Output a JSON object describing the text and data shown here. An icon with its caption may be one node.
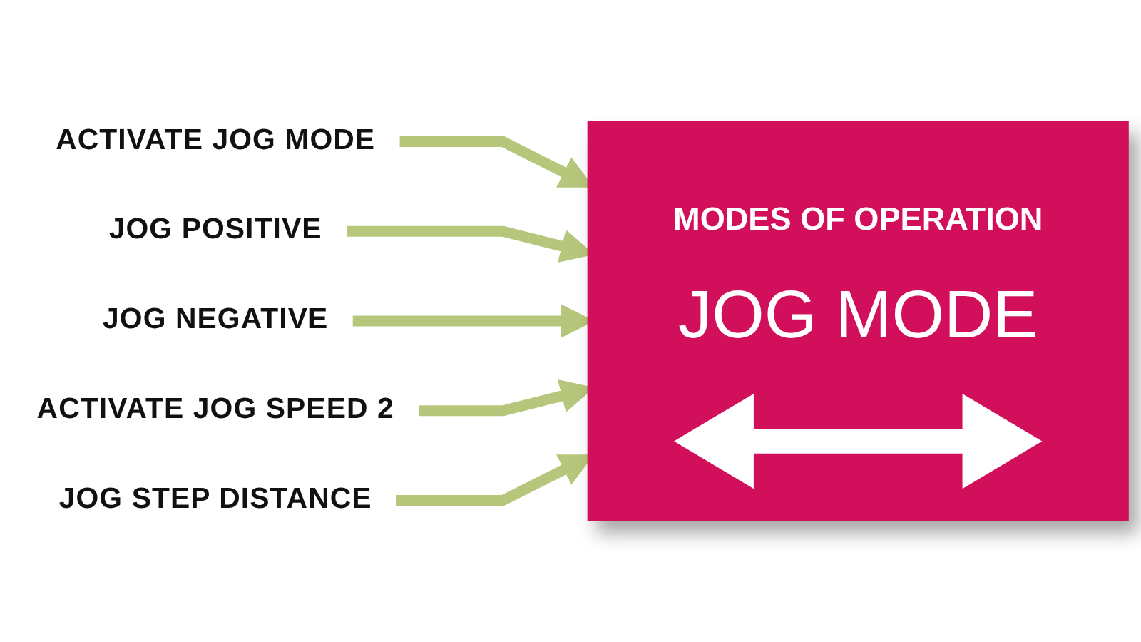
{
  "diagram": {
    "nodes": [
      {
        "text": [
          "ACTIVATE JOG MODE"
        ]
      },
      {
        "text": [
          "JOG POSITIVE"
        ]
      },
      {
        "text": [
          "JOG NEGATIVE"
        ]
      },
      {
        "text": [
          "ACTIVATE JOG SPEED 2"
        ]
      },
      {
        "text": [
          "JOG STEP DISTANCE"
        ]
      },
      {
        "text": [
          "MODES OF OPERATION",
          "JOG MODE"
        ]
      }
    ],
    "edges": [
      {
        "from": 0,
        "to": 5,
        "arrow": "to"
      },
      {
        "from": 1,
        "to": 5,
        "arrow": "to"
      },
      {
        "from": 2,
        "to": 5,
        "arrow": "to"
      },
      {
        "from": 3,
        "to": 5,
        "arrow": "to"
      },
      {
        "from": 4,
        "to": 5,
        "arrow": "to"
      }
    ]
  }
}
